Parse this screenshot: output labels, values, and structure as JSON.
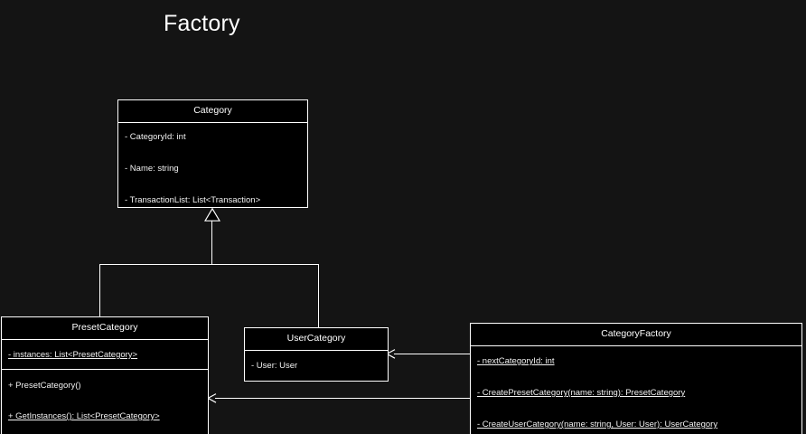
{
  "diagram": {
    "title": "Factory",
    "background_color": "#141414",
    "box_fill_color": "#000000",
    "stroke_color": "#ffffff",
    "text_color": "#ffffff"
  },
  "classes": [
    {
      "id": "category",
      "name": "Category",
      "compartments": [
        {
          "members": [
            {
              "text": "- CategoryId: int",
              "static": false
            },
            {
              "text": "- Name: string",
              "static": false
            },
            {
              "text": "- TransactionList: List<Transaction>",
              "static": false
            }
          ]
        }
      ]
    },
    {
      "id": "preset-category",
      "name": "PresetCategory",
      "compartments": [
        {
          "members": [
            {
              "text": "- instances: List<PresetCategory>",
              "static": true
            }
          ]
        },
        {
          "members": [
            {
              "text": "+ PresetCategory()",
              "static": false
            },
            {
              "text": "+ GetInstances(): List<PresetCategory>",
              "static": true
            }
          ]
        }
      ]
    },
    {
      "id": "user-category",
      "name": "UserCategory",
      "compartments": [
        {
          "members": [
            {
              "text": "- User: User",
              "static": false
            }
          ]
        }
      ]
    },
    {
      "id": "category-factory",
      "name": "CategoryFactory",
      "compartments": [
        {
          "members": [
            {
              "text": "- nextCategoryId: int",
              "static": true
            },
            {
              "text": "- CreatePresetCategory(name: string): PresetCategory",
              "static": true
            },
            {
              "text": "- CreateUserCategory(name: string, User: User): UserCategory",
              "static": true
            }
          ]
        }
      ]
    }
  ],
  "relationships": [
    {
      "id": "preset-inherits-category",
      "type": "generalization",
      "from": "PresetCategory",
      "to": "Category",
      "marker": "hollow-triangle"
    },
    {
      "id": "user-inherits-category",
      "type": "generalization",
      "from": "UserCategory",
      "to": "Category",
      "marker": "hollow-triangle"
    },
    {
      "id": "factory-creates-usercategory",
      "type": "dependency",
      "from": "CategoryFactory",
      "to": "UserCategory",
      "marker": "open-arrow"
    },
    {
      "id": "factory-creates-presetcategory",
      "type": "dependency",
      "from": "CategoryFactory",
      "to": "PresetCategory",
      "marker": "open-arrow"
    }
  ]
}
